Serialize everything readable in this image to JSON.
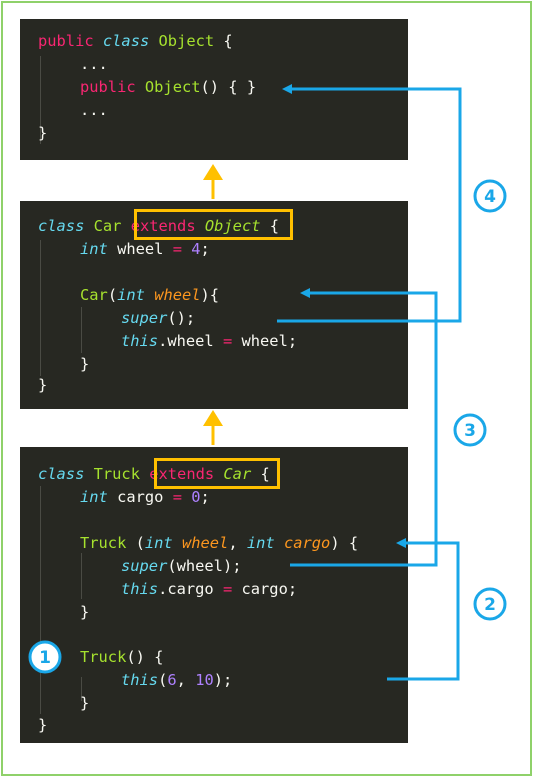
{
  "colors": {
    "frame": "#8fd16a",
    "panel": "#272822",
    "inherit_arrow": "#ffc000",
    "call_arrow": "#1aa7e8"
  },
  "panels": {
    "object": {
      "line1": {
        "kw": "public",
        "ty": "class",
        "name": "Object",
        "rest": " {"
      },
      "line2": "...",
      "line3": {
        "kw": "public",
        "name": "Object",
        "rest": "() { }"
      },
      "line4": "...",
      "line5": "}"
    },
    "car": {
      "line1": {
        "ty": "class",
        "name": "Car",
        "kw": "extends",
        "parent": "Object",
        "rest": "{"
      },
      "line2": {
        "ty": "int",
        "rest1": " wheel ",
        "op": "=",
        "sp": " ",
        "num": "4",
        "rest2": ";"
      },
      "line3": {
        "name": "Car",
        "p1": "(",
        "ty": "int",
        "sp": " ",
        "arg": "wheel",
        "p2": "){"
      },
      "line4": {
        "sup": "super",
        "rest": "();"
      },
      "line5": {
        "self": "this",
        "rest1": ".wheel ",
        "op": "=",
        "rest2": " wheel;"
      },
      "line6": "}",
      "line7": "}"
    },
    "truck": {
      "line1": {
        "ty": "class",
        "name": "Truck",
        "kw": "extends",
        "parent": "Car",
        "rest": "{"
      },
      "line2": {
        "ty": "int",
        "rest1": " cargo ",
        "op": "=",
        "sp": " ",
        "num": "0",
        "rest2": ";"
      },
      "line3": {
        "name": "Truck",
        "p1": " (",
        "ty1": "int",
        "sp1": " ",
        "arg1": "wheel",
        "comma": ", ",
        "ty2": "int",
        "sp2": " ",
        "arg2": "cargo",
        "p2": ") {"
      },
      "line4": {
        "sup": "super",
        "rest": "(wheel);"
      },
      "line5": {
        "self": "this",
        "rest1": ".cargo ",
        "op": "=",
        "rest2": " cargo;"
      },
      "line6": "}",
      "line7": {
        "name": "Truck",
        "rest": "() {"
      },
      "line8": {
        "self": "this",
        "p1": "(",
        "n1": "6",
        "comma": ", ",
        "n2": "10",
        "p2": ");"
      },
      "line9": "}",
      "line10": "}"
    }
  },
  "steps": {
    "s1": "1",
    "s2": "2",
    "s3": "3",
    "s4": "4"
  }
}
